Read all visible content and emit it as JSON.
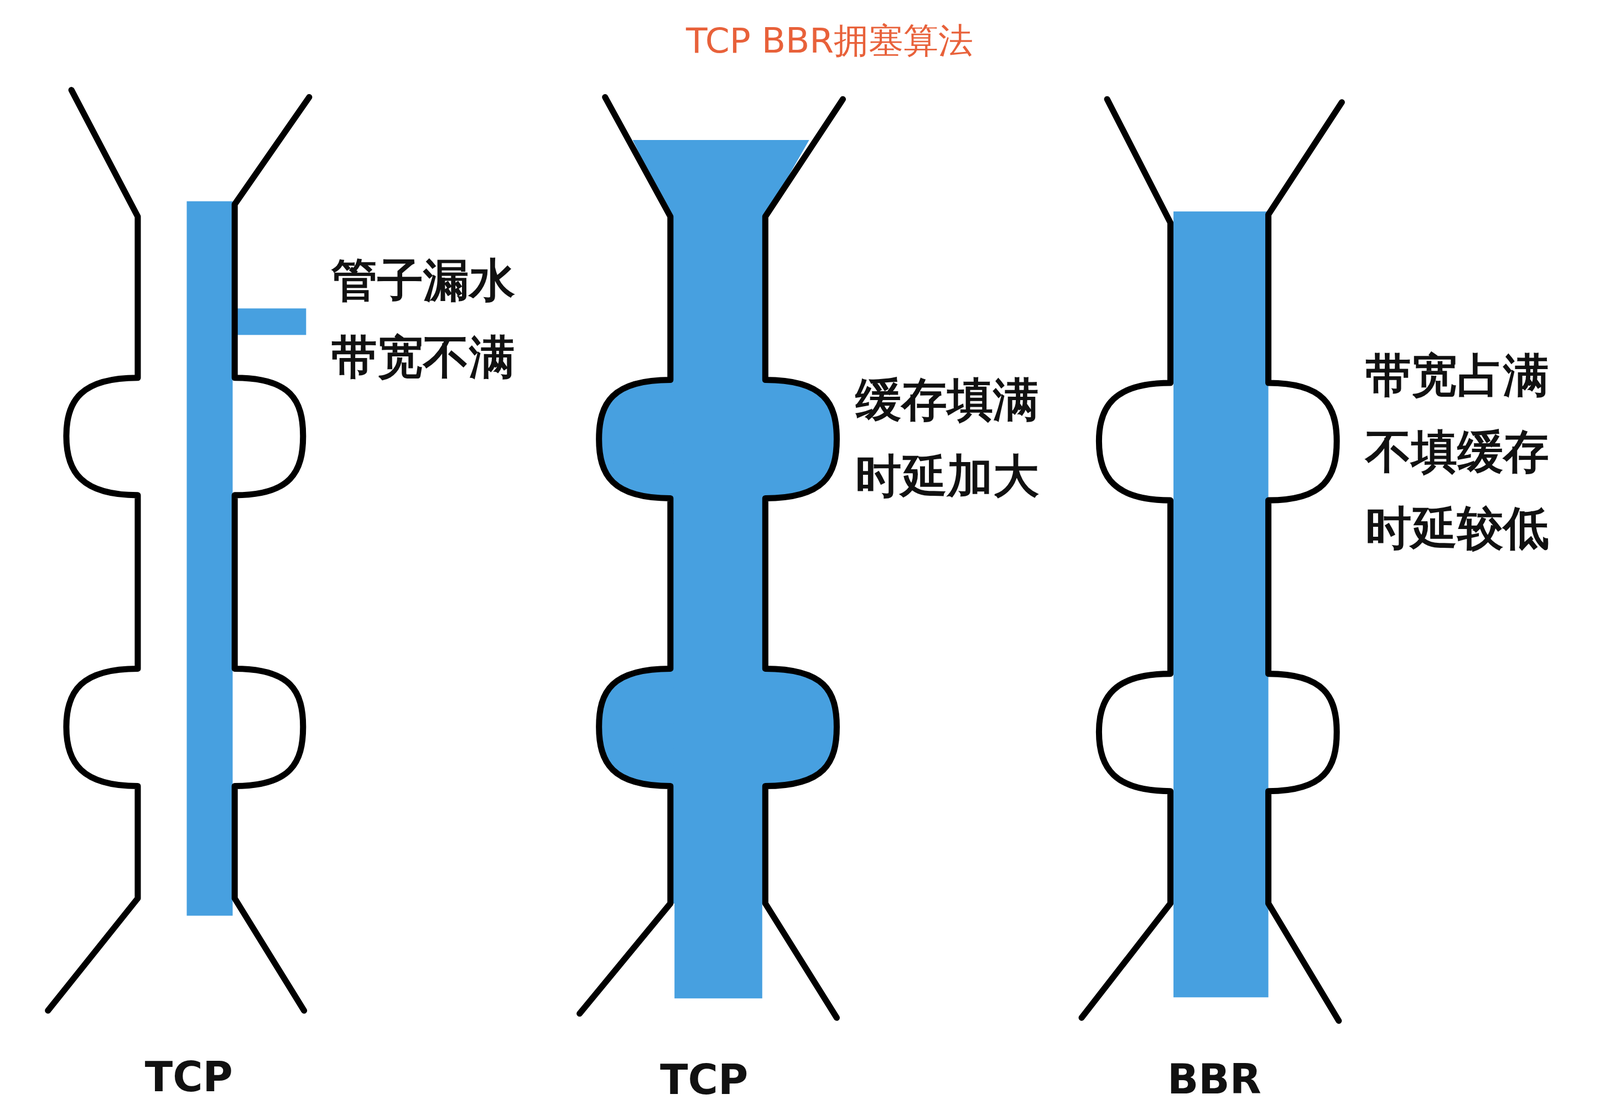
{
  "diagram": {
    "title": "TCP BBR拥塞算法",
    "labels": [
      "管子漏水",
      "带宽不满",
      "缓存填满",
      "时延加大",
      "带宽占满",
      "不填缓存",
      "时延较低",
      "TCP",
      "TCP",
      "BBR"
    ]
  }
}
